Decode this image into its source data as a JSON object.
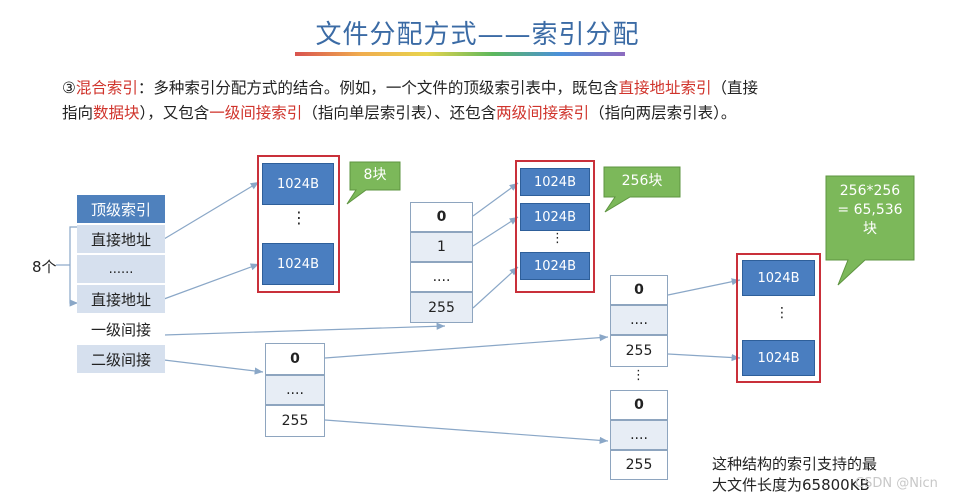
{
  "title": "文件分配方式——索引分配",
  "description": {
    "line1_parts": [
      "③",
      "混合索引",
      "：多种索引分配方式的结合。例如，一个文件的顶级索引表中，既包含",
      "直接地址索引",
      "（直接"
    ],
    "line2_parts": [
      "指向",
      "数据块",
      "），又包含",
      "一级间接索引",
      "（指向单层索引表）、还包含",
      "两级间接索引",
      "（指向两层索引表）。"
    ]
  },
  "top_index": {
    "header": "顶级索引",
    "rows": [
      "直接地址",
      "......",
      "直接地址",
      "一级间接",
      "二级间接"
    ],
    "count_label": "8个"
  },
  "direct_blocks": {
    "top": "1024B",
    "dots": "⋮",
    "bottom": "1024B",
    "callout": "8块"
  },
  "level1_table": {
    "cells": [
      "0",
      "1",
      "....",
      "255"
    ]
  },
  "level1_blocks": {
    "items": [
      "1024B",
      "1024B",
      "1024B"
    ],
    "dots": "⋮",
    "callout": "256块"
  },
  "level2_outer": {
    "cells": [
      "0",
      "....",
      "255"
    ]
  },
  "level2_inner_a": {
    "cells": [
      "0",
      "....",
      "255"
    ]
  },
  "level2_inner_b": {
    "cells": [
      "0",
      "....",
      "255"
    ]
  },
  "inner_dots": "⋮",
  "level2_blocks": {
    "top": "1024B",
    "dots": "⋮",
    "bottom": "1024B",
    "callout_line1": "256*256",
    "callout_line2": "= 65,536",
    "callout_line3": "块"
  },
  "footer_note": {
    "line1": "这种结构的索引支持的最",
    "line2": "大文件长度为65800KB"
  },
  "watermark": "CSDN @Nicn",
  "colors": {
    "accent_red": "#d0342c",
    "block_blue": "#4a7ec0",
    "callout_green": "#7cb85a",
    "frame_red": "#c9303a",
    "title_blue": "#3b6ba5"
  }
}
